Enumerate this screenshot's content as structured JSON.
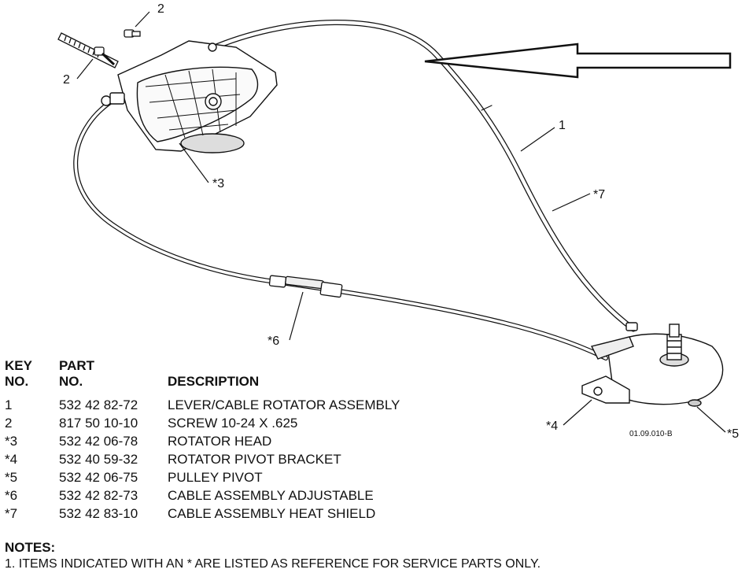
{
  "callouts": {
    "c1": "1",
    "c2a": "2",
    "c2b": "2",
    "c3": "*3",
    "c4": "*4",
    "c5": "*5",
    "c6": "*6",
    "c7": "*7"
  },
  "figure_code": "01.09.010-B",
  "table": {
    "headers": {
      "key_line1": "KEY",
      "key_line2": "NO.",
      "part_line1": "PART",
      "part_line2": "NO.",
      "description": "DESCRIPTION"
    },
    "rows": [
      {
        "key": "1",
        "part": "532 42 82-72",
        "desc": "LEVER/CABLE ROTATOR ASSEMBLY"
      },
      {
        "key": "2",
        "part": "817 50 10-10",
        "desc": "SCREW 10-24 X .625"
      },
      {
        "key": "*3",
        "part": "532 42 06-78",
        "desc": "ROTATOR HEAD"
      },
      {
        "key": "*4",
        "part": "532 40 59-32",
        "desc": "ROTATOR PIVOT BRACKET"
      },
      {
        "key": "*5",
        "part": "532 42 06-75",
        "desc": "PULLEY PIVOT"
      },
      {
        "key": "*6",
        "part": "532 42 82-73",
        "desc": "CABLE ASSEMBLY ADJUSTABLE"
      },
      {
        "key": "*7",
        "part": "532 42 83-10",
        "desc": "CABLE ASSEMBLY HEAT SHIELD"
      }
    ]
  },
  "notes": {
    "title": "NOTES:",
    "items": [
      "1. ITEMS INDICATED WITH AN * ARE LISTED AS REFERENCE FOR SERVICE PARTS ONLY."
    ]
  }
}
